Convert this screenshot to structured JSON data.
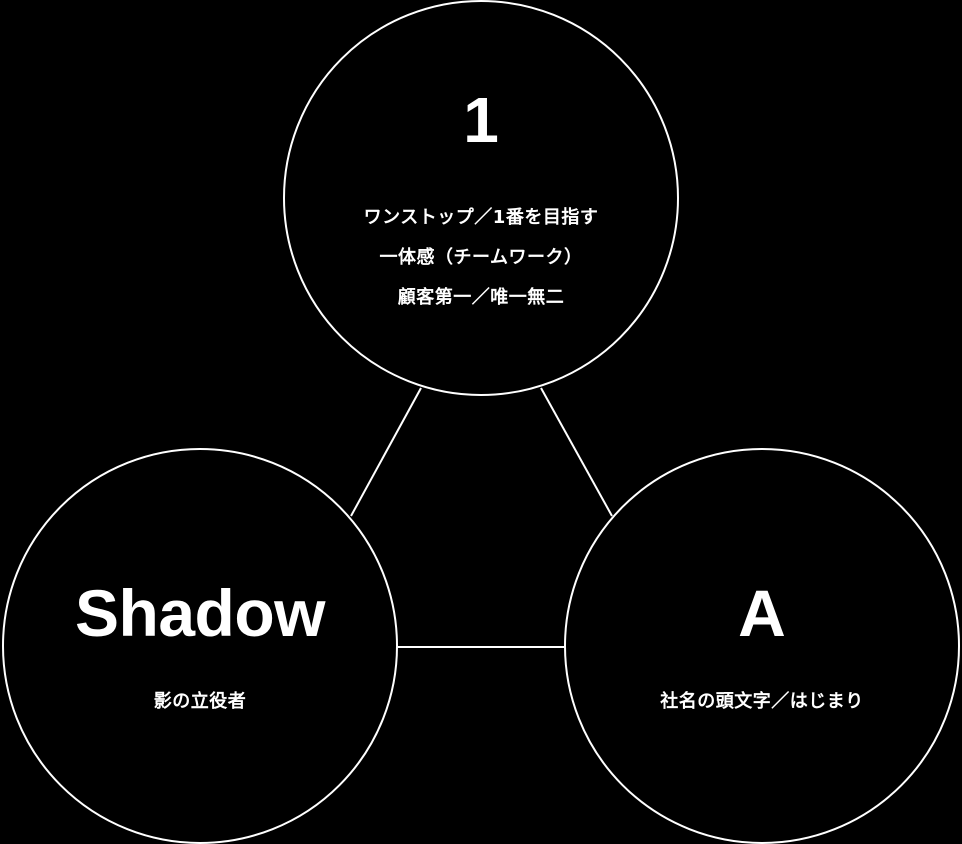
{
  "diagram": {
    "background_color": "#000000",
    "stroke_color": "#ffffff",
    "text_color": "#ffffff",
    "nodes": [
      {
        "id": "top",
        "heading": "1",
        "lines": [
          "ワンストップ／1番を目指す",
          "一体感（チームワーク）",
          "顧客第一／唯一無二"
        ]
      },
      {
        "id": "left",
        "heading": "Shadow",
        "lines": [
          "影の立役者"
        ]
      },
      {
        "id": "right",
        "heading": "A",
        "lines": [
          "社名の頭文字／はじまり"
        ]
      }
    ],
    "edges": [
      {
        "from": "top",
        "to": "left"
      },
      {
        "from": "top",
        "to": "right"
      },
      {
        "from": "left",
        "to": "right"
      }
    ]
  }
}
